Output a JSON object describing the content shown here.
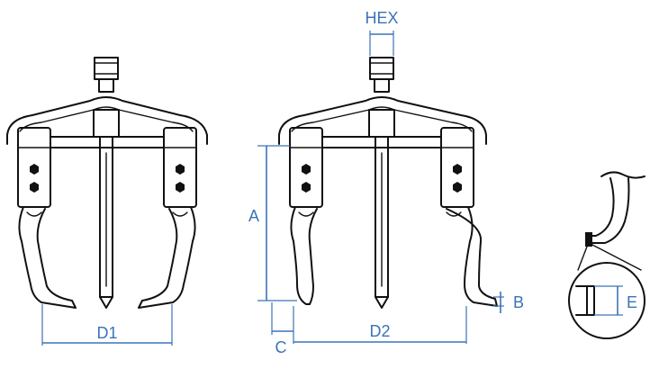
{
  "diagram": {
    "colors": {
      "ink": "#111111",
      "dimension": "#3a73b8",
      "background": "#ffffff"
    },
    "labels": {
      "hex": "HEX",
      "a": "A",
      "b": "B",
      "c": "C",
      "d1": "D1",
      "d2": "D2",
      "e": "E"
    }
  }
}
